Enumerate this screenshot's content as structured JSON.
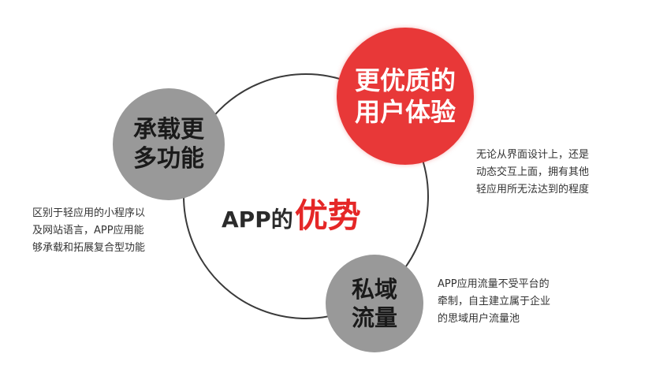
{
  "title": {
    "prefix": "APP的",
    "emphasis": "优势"
  },
  "colors": {
    "accent_red": "#e83838",
    "bubble_gray": "#999999",
    "ring": "#3a3a3a"
  },
  "advantages": {
    "features": {
      "heading_lines": [
        "承载更",
        "多功能"
      ],
      "description_lines": [
        "区别于轻应用的小程序以",
        "及网站语言，APP应用能",
        "够承载和拓展复合型功能"
      ]
    },
    "experience": {
      "heading_lines": [
        "更优质的",
        "用户体验"
      ],
      "description_lines": [
        "无论从界面设计上，还是",
        "动态交互上面，拥有其他",
        "轻应用所无法达到的程度"
      ]
    },
    "traffic": {
      "heading_lines": [
        "私域",
        "流量"
      ],
      "description_lines": [
        "APP应用流量不受平台的",
        "牵制，自主建立属于企业",
        "的思域用户流量池"
      ]
    }
  }
}
